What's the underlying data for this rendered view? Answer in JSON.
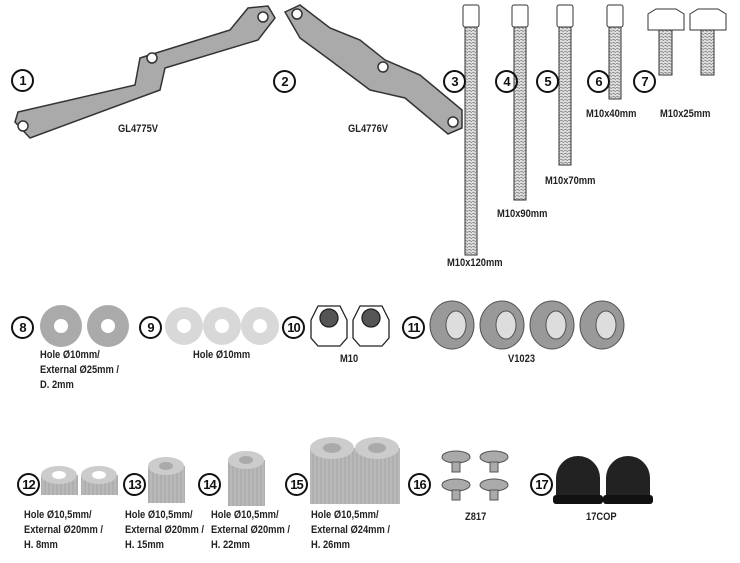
{
  "parts": [
    {
      "num": "1",
      "label": "GL4775V"
    },
    {
      "num": "2",
      "label": "GL4776V"
    },
    {
      "num": "3",
      "label": "M10x120mm"
    },
    {
      "num": "4",
      "label": "M10x90mm"
    },
    {
      "num": "5",
      "label": "M10x70mm"
    },
    {
      "num": "6",
      "label": "M10x40mm"
    },
    {
      "num": "7",
      "label": "M10x25mm"
    },
    {
      "num": "8",
      "lines": [
        "Hole Ø10mm/",
        "External Ø25mm /",
        "D. 2mm"
      ]
    },
    {
      "num": "9",
      "label": "Hole Ø10mm"
    },
    {
      "num": "10",
      "label": "M10"
    },
    {
      "num": "11",
      "label": "V1023"
    },
    {
      "num": "12",
      "lines": [
        "Hole Ø10,5mm/",
        "External Ø20mm /",
        "H. 8mm"
      ]
    },
    {
      "num": "13",
      "lines": [
        "Hole Ø10,5mm/",
        "External Ø20mm /",
        "H. 15mm"
      ]
    },
    {
      "num": "14",
      "lines": [
        "Hole Ø10,5mm/",
        "External Ø20mm /",
        "H. 22mm"
      ]
    },
    {
      "num": "15",
      "lines": [
        "Hole Ø10,5mm/",
        "External Ø24mm /",
        "H. 26mm"
      ]
    },
    {
      "num": "16",
      "label": "Z817"
    },
    {
      "num": "17",
      "label": "17COP"
    }
  ]
}
